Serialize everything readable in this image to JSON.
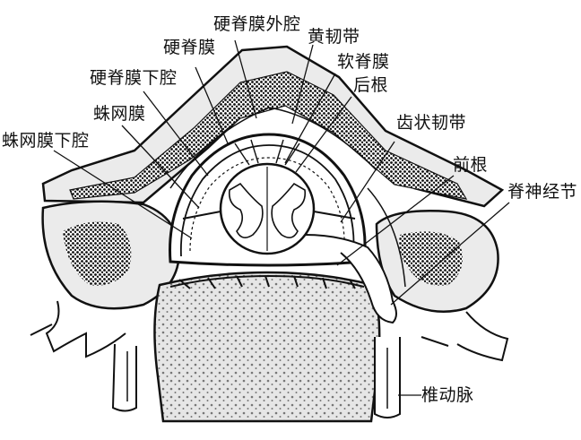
{
  "diagram": {
    "colors": {
      "ink": "#111111",
      "bone_fill": "#ebebeb",
      "paper": "#ffffff",
      "stipple": "#1a1a1a"
    },
    "labels": {
      "epidural_space": "硬脊膜外腔",
      "ligamentum_flavum": "黄韧带",
      "dura_mater": "硬脊膜",
      "pia_mater": "软脊膜",
      "subdural_space": "硬脊膜下腔",
      "posterior_root": "后根",
      "arachnoid": "蛛网膜",
      "denticulate_ligament": "齿状韧带",
      "subarachnoid_space": "蛛网膜下腔",
      "anterior_root": "前根",
      "spinal_ganglion": "脊神经节",
      "vertebral_artery": "椎动脉"
    }
  }
}
